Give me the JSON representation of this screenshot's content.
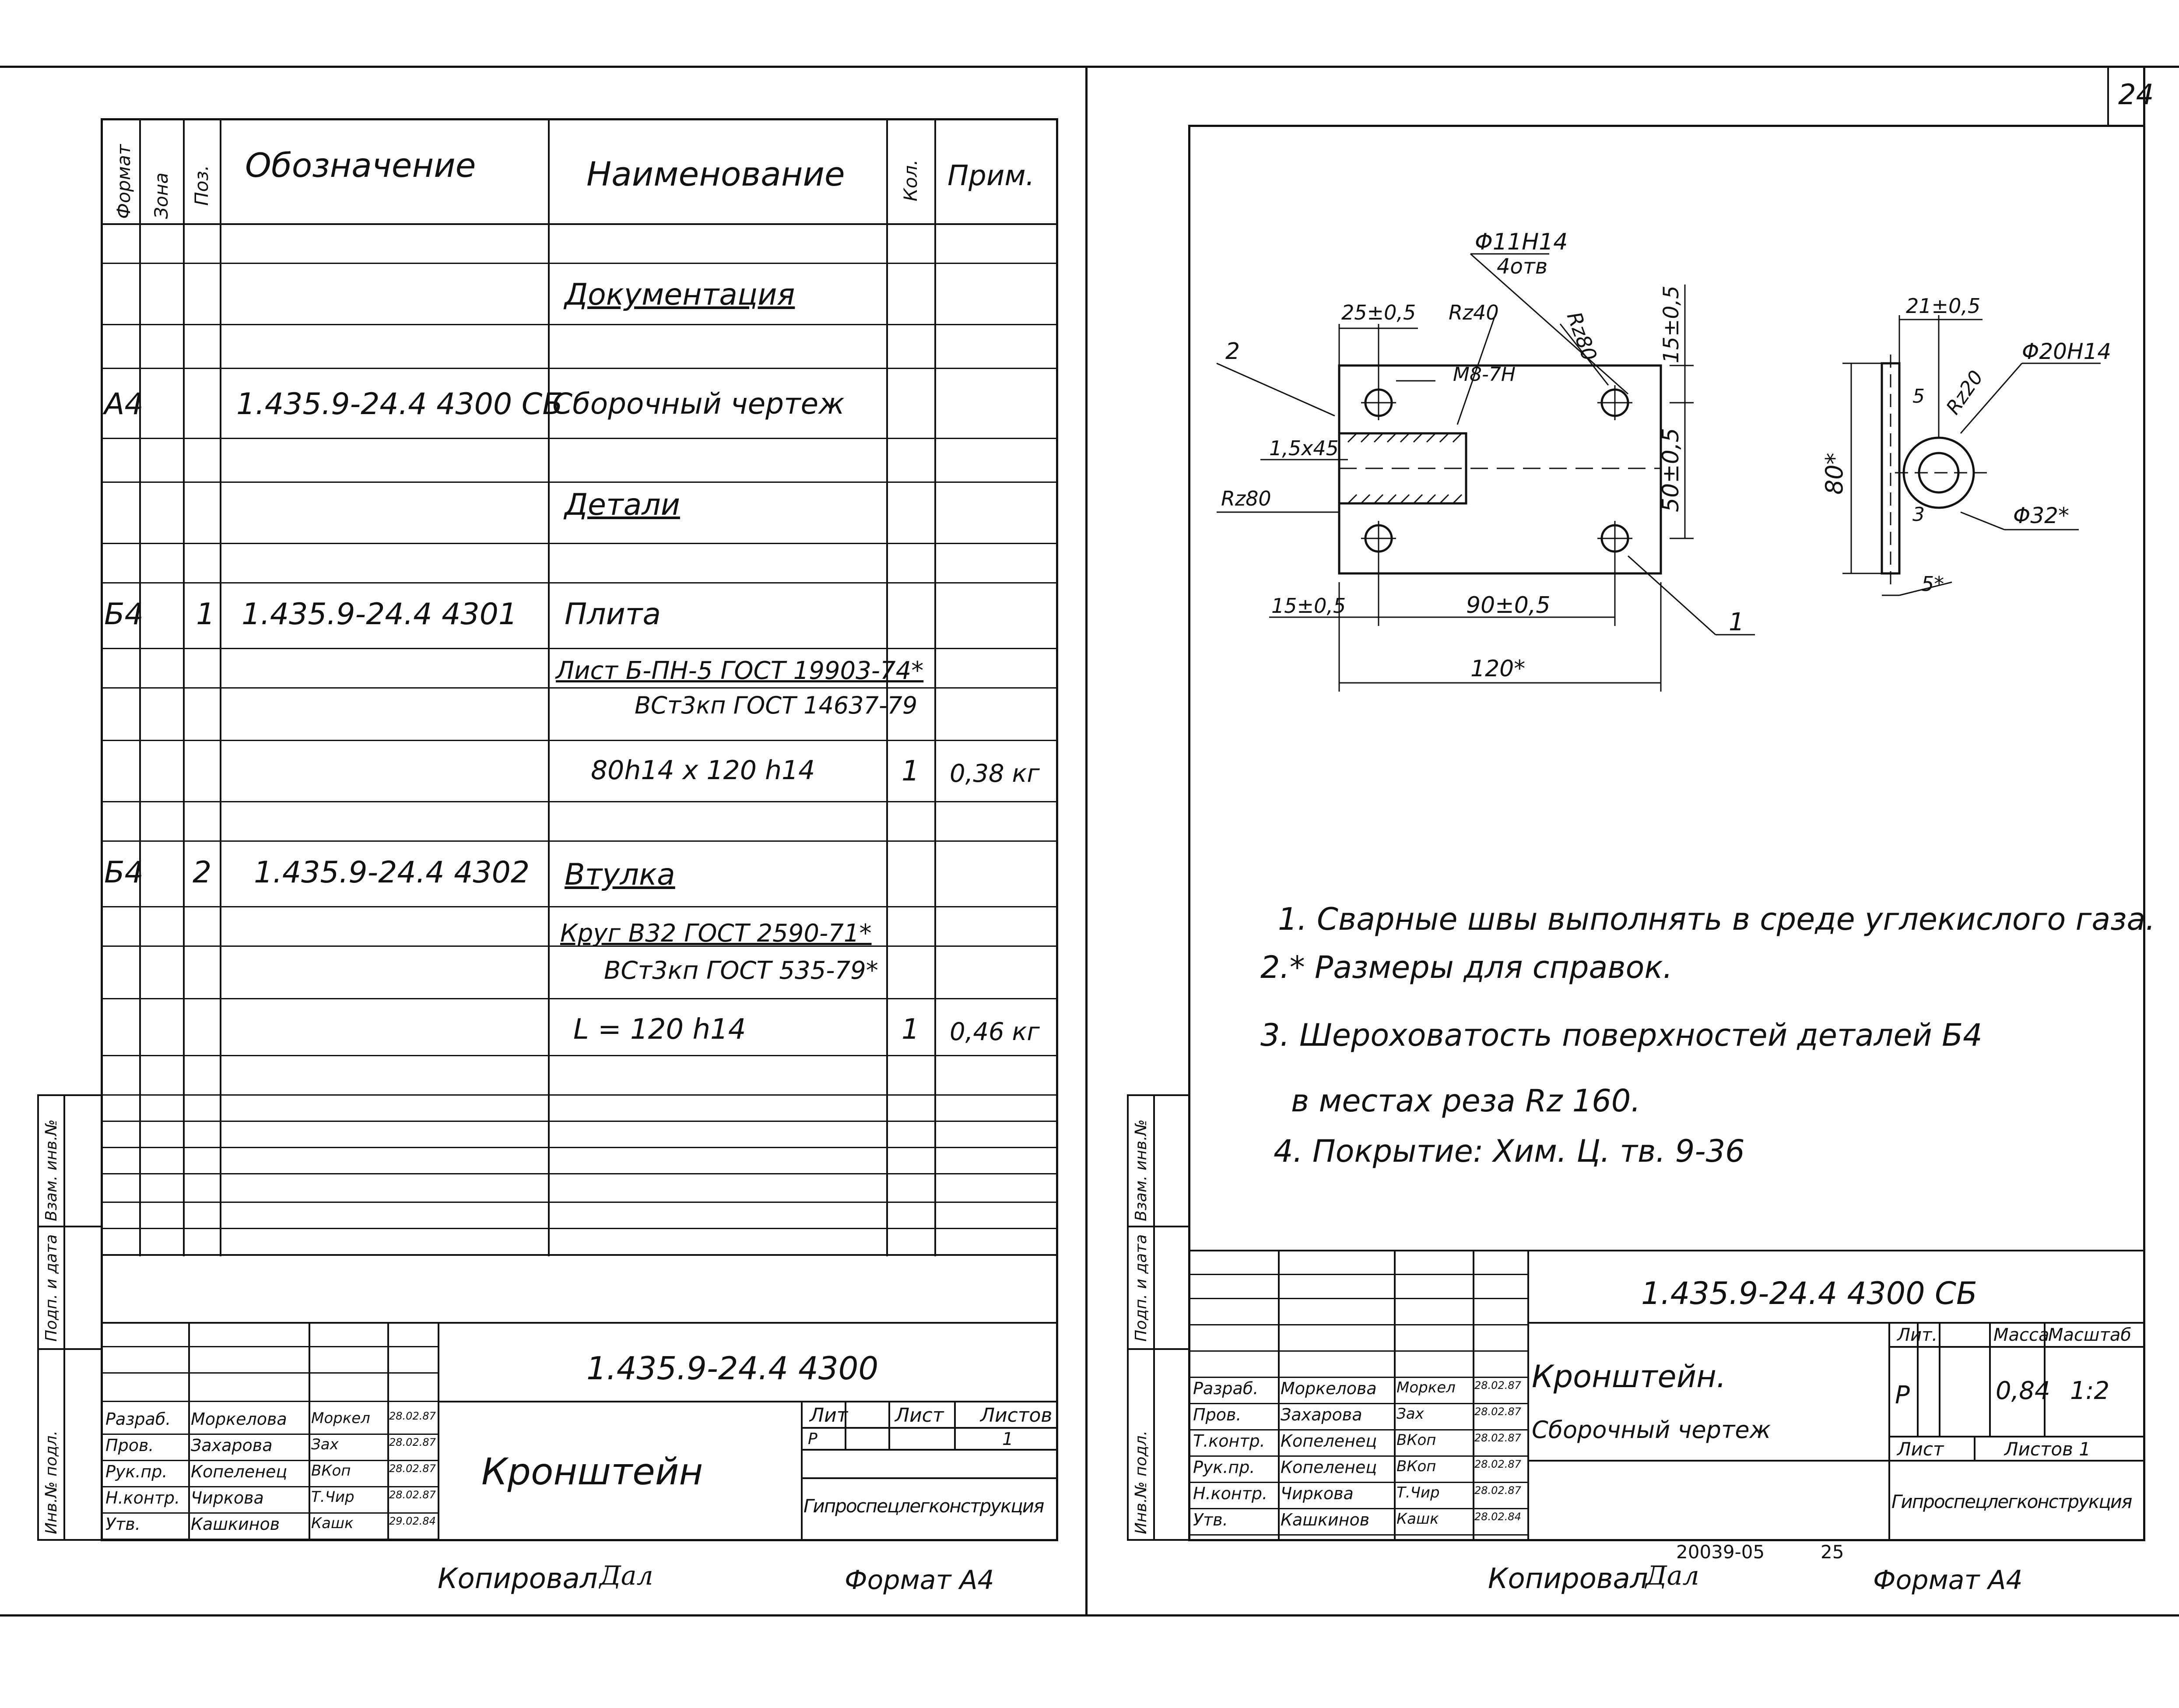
{
  "sheet_number": "24",
  "left_sheet": {
    "headers": {
      "format": "Формат",
      "zone": "Зона",
      "pos": "Поз.",
      "designation": "Обозначение",
      "name": "Наименование",
      "qty": "Кол.",
      "note": "Прим."
    },
    "rows": [
      {
        "name": "Документация"
      },
      {
        "format": "А4",
        "designation": "1.435.9-24.4  4300 СБ",
        "name": "Сборочный чертеж"
      },
      {
        "name": "Детали"
      },
      {
        "format": "Б4",
        "pos": "1",
        "designation": "1.435.9-24.4  4301",
        "name": "Плита"
      },
      {
        "name": "Лист  Б-ПН-5 ГОСТ 19903-74*"
      },
      {
        "name": "ВСт3кп ГОСТ 14637-79"
      },
      {
        "name": "80h14 x 120 h14",
        "qty": "1",
        "note": "0,38 кг"
      },
      {
        "format": "Б4",
        "pos": "2",
        "designation": "1.435.9-24.4  4302",
        "name": "Втулка"
      },
      {
        "name": "Круг  В32 ГОСТ 2590-71*"
      },
      {
        "name": "ВСт3кп ГОСТ 535-79*"
      },
      {
        "name": "L = 120 h14",
        "qty": "1",
        "note": "0,46 кг"
      }
    ],
    "side_labels": [
      "Взам. инв.№",
      "Подп. и дата",
      "Инв.№ подл."
    ],
    "title_block": {
      "doc_number": "1.435.9-24.4  4300",
      "title": "Кронштейн",
      "lit_label": "Лит",
      "sheet_label": "Лист",
      "sheets_label": "Листов",
      "lit_value": "Р",
      "sheets_value": "1",
      "organization": "Гипроспецлегконструкция",
      "signers": [
        {
          "role": "Разраб.",
          "name": "Моркелова",
          "sign": "Моркел",
          "date": "28.02.87"
        },
        {
          "role": "Пров.",
          "name": "Захарова",
          "sign": "Зах",
          "date": "28.02.87"
        },
        {
          "role": "Рук.пр.",
          "name": "Копеленец",
          "sign": "ВКоп",
          "date": "28.02.87"
        },
        {
          "role": "Н.контр.",
          "name": "Чиркова",
          "sign": "Т.Чир",
          "date": "28.02.87"
        },
        {
          "role": "Утв.",
          "name": "Кашкинов",
          "sign": "Кашк",
          "date": "29.02.84"
        }
      ]
    },
    "copied": "Копировал",
    "format": "Формат А4"
  },
  "right_sheet": {
    "drawing": {
      "hole_dia": "Φ11H14",
      "holes_count": "4отв",
      "dim_25": "25±0,5",
      "rz40": "Rz40",
      "rz80_top": "Rz80",
      "dim_15_top": "15±0,5",
      "thread": "М8-7Н",
      "chamfer": "1,5x45",
      "rz80_left": "Rz80",
      "dim_50": "50±0,5",
      "dim_15_bottom": "15±0,5",
      "dim_90": "90±0,5",
      "dim_120": "120*",
      "leader_2": "2",
      "leader_1": "1",
      "dim_21": "21±0,5",
      "dim_5": "5",
      "rz20": "Rz20",
      "phi20": "Φ20H14",
      "dim_80": "80*",
      "dim_3": "3",
      "phi32": "Φ32*",
      "dim_5s": "5*"
    },
    "notes": [
      "1. Сварные  швы  выполнять  в среде  углекислого  газа.",
      "2.* Размеры  для  справок.",
      "3. Шероховатость  поверхностей  деталей Б4",
      "в местах  реза  Rz 160.",
      "4. Покрытие: Хим. Ц. тв. 9-36"
    ],
    "side_labels": [
      "Взам. инв.№",
      "Подп. и дата",
      "Инв.№ подл."
    ],
    "title_block": {
      "doc_number": "1.435.9-24.4  4300 СБ",
      "title_line1": "Кронштейн.",
      "title_line2": "Сборочный чертеж",
      "lit_label": "Лит.",
      "mass_label": "Масса",
      "scale_label": "Масштаб",
      "lit_value": "Р",
      "mass_value": "0,84",
      "scale_value": "1:2",
      "sheet_label": "Лист",
      "sheets_label": "Листов 1",
      "organization": "Гипроспецлегконструкция",
      "signers": [
        {
          "role": "Разраб.",
          "name": "Моркелова",
          "sign": "Моркел",
          "date": "28.02.87"
        },
        {
          "role": "Пров.",
          "name": "Захарова",
          "sign": "Зах",
          "date": "28.02.87"
        },
        {
          "role": "Т.контр.",
          "name": "Копеленец",
          "sign": "ВКоп",
          "date": "28.02.87"
        },
        {
          "role": "Рук.пр.",
          "name": "Копеленец",
          "sign": "ВКоп",
          "date": "28.02.87"
        },
        {
          "role": "Н.контр.",
          "name": "Чиркова",
          "sign": "Т.Чир",
          "date": "28.02.87"
        },
        {
          "role": "Утв.",
          "name": "Кашкинов",
          "sign": "Кашк",
          "date": "28.02.84"
        }
      ]
    },
    "archive_number": "20039-05",
    "page_number": "25",
    "copied": "Копировал",
    "format": "Формат А4"
  }
}
